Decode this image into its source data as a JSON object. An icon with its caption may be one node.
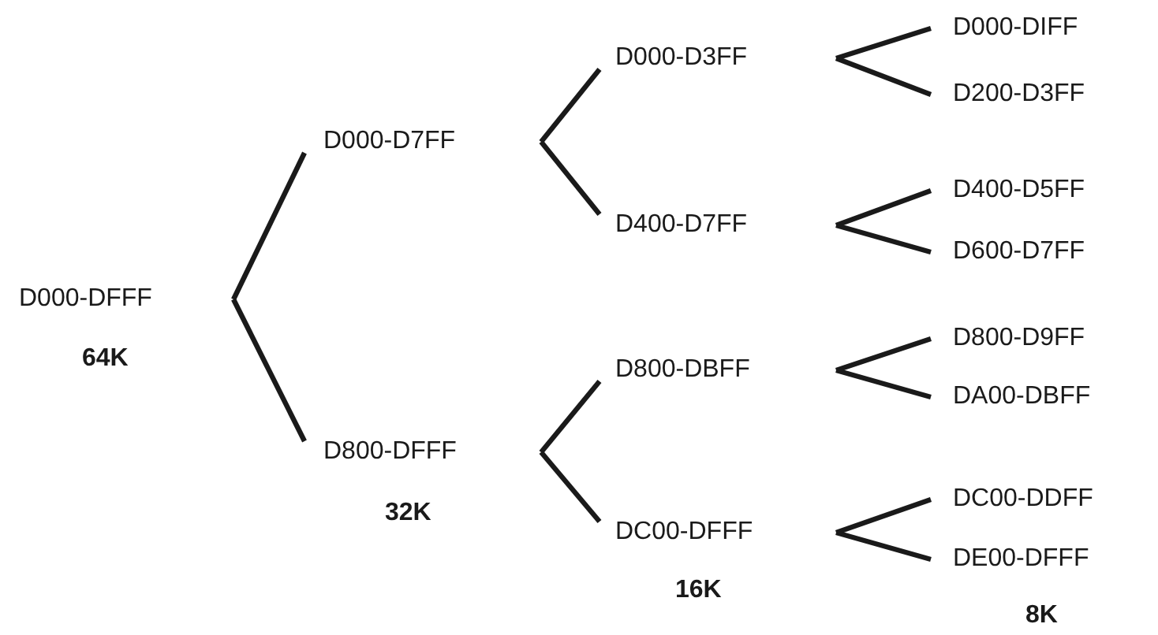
{
  "diagram": {
    "nodes": [
      {
        "text": [
          "D000-DFFF"
        ]
      },
      {
        "text": [
          "D000-D7FF"
        ]
      },
      {
        "text": [
          "D800-DFFF"
        ]
      },
      {
        "text": [
          "D000-D3FF"
        ]
      },
      {
        "text": [
          "D400-D7FF"
        ]
      },
      {
        "text": [
          "D800-DBFF"
        ]
      },
      {
        "text": [
          "DC00-DFFF"
        ]
      },
      {
        "text": [
          "D000-DIFF"
        ]
      },
      {
        "text": [
          "D200-D3FF"
        ]
      },
      {
        "text": [
          "D400-D5FF"
        ]
      },
      {
        "text": [
          "D600-D7FF"
        ]
      },
      {
        "text": [
          "D800-D9FF"
        ]
      },
      {
        "text": [
          "DA00-DBFF"
        ]
      },
      {
        "text": [
          "DC00-DDFF"
        ]
      },
      {
        "text": [
          "DE00-DFFF"
        ]
      }
    ],
    "edges": [
      {
        "from": 0,
        "to": 1,
        "arrow": "none"
      },
      {
        "from": 0,
        "to": 2,
        "arrow": "none"
      },
      {
        "from": 1,
        "to": 3,
        "arrow": "none"
      },
      {
        "from": 1,
        "to": 4,
        "arrow": "none"
      },
      {
        "from": 2,
        "to": 5,
        "arrow": "none"
      },
      {
        "from": 2,
        "to": 6,
        "arrow": "none"
      },
      {
        "from": 3,
        "to": 7,
        "arrow": "none"
      },
      {
        "from": 3,
        "to": 8,
        "arrow": "none"
      },
      {
        "from": 4,
        "to": 9,
        "arrow": "none"
      },
      {
        "from": 4,
        "to": 10,
        "arrow": "none"
      },
      {
        "from": 5,
        "to": 11,
        "arrow": "none"
      },
      {
        "from": 5,
        "to": 12,
        "arrow": "none"
      },
      {
        "from": 6,
        "to": 13,
        "arrow": "none"
      },
      {
        "from": 6,
        "to": 14,
        "arrow": "none"
      }
    ],
    "labels": [
      "64K",
      "32K",
      "16K",
      "8K"
    ]
  }
}
